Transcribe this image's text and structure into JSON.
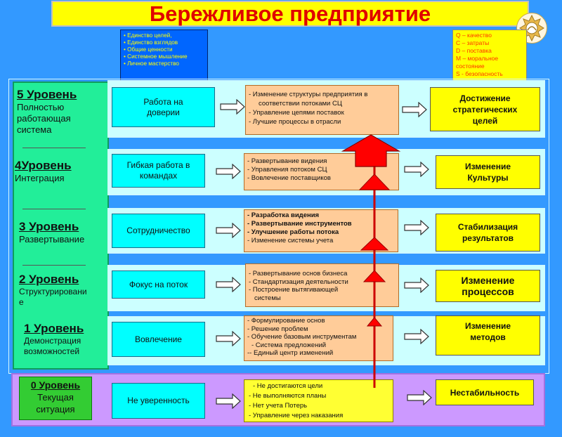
{
  "title": "Бережливое предприятие",
  "principles": [
    "Единство целей,",
    "Единство взглядов",
    "Общие ценности",
    "Системное мышление",
    "Личное мастерство"
  ],
  "qcdms": [
    "Q – качество",
    "C – затраты",
    "D – поставка",
    "M – моральное состояние",
    "S - безопасность"
  ],
  "levels": [
    {
      "title": "5 Уровень",
      "subtitle": [
        "Полностью",
        "работающая",
        "система"
      ],
      "stage": "Работа на доверии",
      "actions": [
        "- Изменение структуры предприятия в",
        "соответствии  потоками СЦ",
        "- Управление цепями поставок",
        "- Лучшие процессы в отрасли"
      ],
      "result": "Достижение стратегических целей"
    },
    {
      "title": "4Уровень",
      "subtitle": [
        "Интеграция"
      ],
      "stage": "Гибкая работа в командах",
      "actions": [
        "-  Развертывание видения",
        "- Управления потоком СЦ",
        "- Вовлечение поставщиков"
      ],
      "result": "Изменение Культуры"
    },
    {
      "title": "3 Уровень",
      "subtitle": [
        "Развертывание"
      ],
      "stage": "Сотрудничество",
      "actions": [
        "-    Разработка видения",
        "- Развертывание  инструментов",
        "- Улучшение работы потока",
        "- Изменение системы  учета"
      ],
      "result": "Стабилизация результатов"
    },
    {
      "title": "2 Уровень",
      "subtitle": [
        "Структурировани",
        "е"
      ],
      "stage": "Фокус на поток",
      "actions": [
        "- Развертывание  основ  бизнеса",
        "-  Стандартизация деятельности",
        "- Построение вытягивающей",
        "системы"
      ],
      "result": "Изменение процессов"
    },
    {
      "title": "1 Уровень",
      "subtitle": [
        "Демонстрация",
        "возможностей"
      ],
      "stage": "Вовлечение",
      "actions": [
        "- Формулирование основ",
        "- Решение проблем",
        "- Обучение базовым инструментам",
        "- Система предложений",
        "-- Единый центр изменений"
      ],
      "result": "Изменение методов"
    },
    {
      "title": "0 Уровень",
      "subtitle": [
        "Текущая",
        "ситуация"
      ],
      "stage": "Не уверенность",
      "actions": [
        "- Не достигаются  цели",
        "- Не выполняются планы",
        "- Нет учета  Потерь",
        "- Управление через наказания"
      ],
      "result": "Нестабильность"
    }
  ],
  "colors": {
    "background": "#3399ff",
    "title_bg": "#ffff00",
    "title_text": "#e00000",
    "level_panel": "#22ee99",
    "band": "#ccffff",
    "band_zero": "#cc99ff",
    "stage_box": "#00ffff",
    "action_box": "#ffcc99",
    "result_box": "#ffff00",
    "progress_arrow": "#ff0000"
  },
  "icons": {
    "right_arrow": "hollow-right-arrow-icon",
    "up_arrow": "red-up-arrow-icon",
    "logo": "company-logo-icon"
  }
}
